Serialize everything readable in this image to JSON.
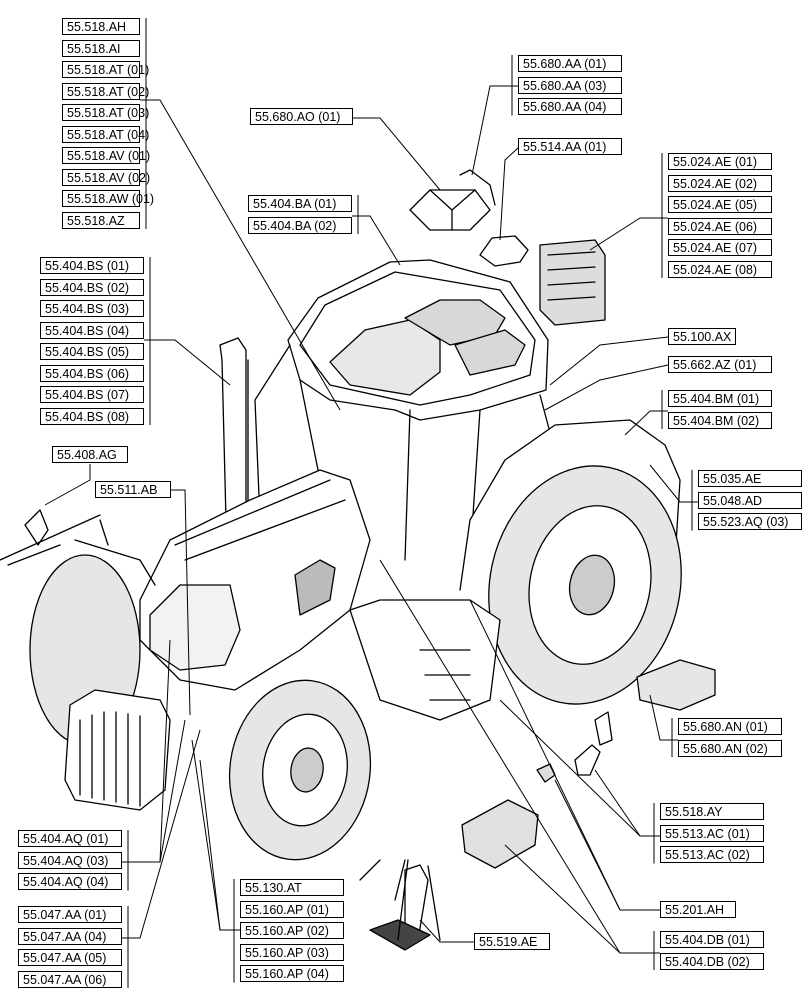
{
  "labels": {
    "g1": [
      "55.518.AH",
      "55.518.AI",
      "55.518.AT (01)",
      "55.518.AT (02)",
      "55.518.AT (03)",
      "55.518.AT (04)",
      "55.518.AV (01)",
      "55.518.AV (02)",
      "55.518.AW (01)",
      "55.518.AZ"
    ],
    "g2": [
      "55.680.AA (01)",
      "55.680.AA (03)",
      "55.680.AA (04)"
    ],
    "g3": [
      "55.680.AO (01)"
    ],
    "g4": [
      "55.514.AA (01)"
    ],
    "g5": [
      "55.024.AE (01)",
      "55.024.AE (02)",
      "55.024.AE (05)",
      "55.024.AE (06)",
      "55.024.AE (07)",
      "55.024.AE (08)"
    ],
    "g6": [
      "55.404.BA (01)",
      "55.404.BA (02)"
    ],
    "g7": [
      "55.404.BS (01)",
      "55.404.BS (02)",
      "55.404.BS (03)",
      "55.404.BS (04)",
      "55.404.BS (05)",
      "55.404.BS (06)",
      "55.404.BS (07)",
      "55.404.BS (08)"
    ],
    "g8": [
      "55.100.AX"
    ],
    "g9": [
      "55.662.AZ (01)"
    ],
    "g10": [
      "55.404.BM (01)",
      "55.404.BM (02)"
    ],
    "g11": [
      "55.408.AG"
    ],
    "g12": [
      "55.511.AB"
    ],
    "g13": [
      "55.035.AE",
      "55.048.AD",
      "55.523.AQ (03)"
    ],
    "g14": [
      "55.680.AN (01)",
      "55.680.AN (02)"
    ],
    "g15": [
      "55.518.AY",
      "55.513.AC (01)",
      "55.513.AC (02)"
    ],
    "g16": [
      "55.404.AQ (01)",
      "55.404.AQ (03)",
      "55.404.AQ (04)"
    ],
    "g17": [
      "55.130.AT",
      "55.160.AP (01)",
      "55.160.AP (02)",
      "55.160.AP (03)",
      "55.160.AP (04)"
    ],
    "g18": [
      "55.047.AA (01)",
      "55.047.AA (04)",
      "55.047.AA (05)",
      "55.047.AA (06)"
    ],
    "g19": [
      "55.201.AH"
    ],
    "g20": [
      "55.519.AE"
    ],
    "g21": [
      "55.404.DB (01)",
      "55.404.DB (02)"
    ]
  },
  "colors": {
    "line": "#000000",
    "fill_dark": "#3a3a3a",
    "fill_mid": "#8a8a8a",
    "fill_light": "#ffffff"
  }
}
